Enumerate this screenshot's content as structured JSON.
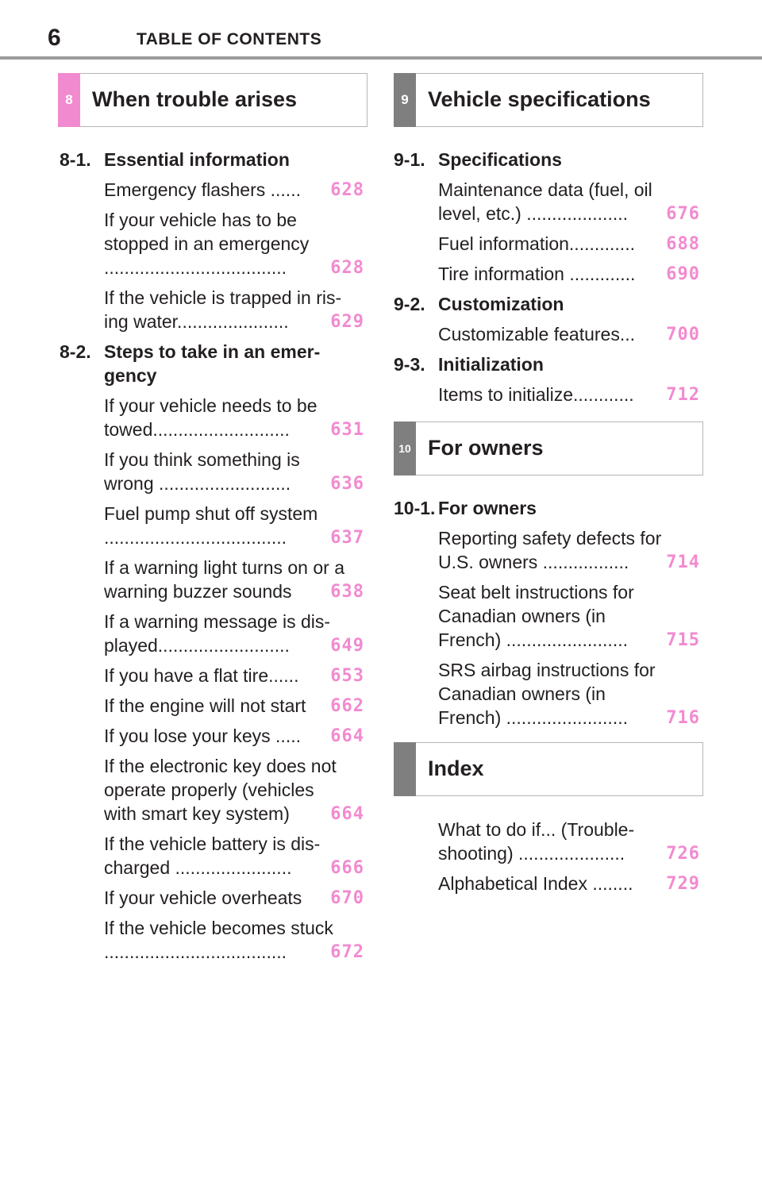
{
  "header": {
    "page_number": "6",
    "title": "TABLE OF CONTENTS"
  },
  "left": {
    "chapter": {
      "number": "8",
      "title": "When trouble arises"
    },
    "sections": [
      {
        "num": "8-1.",
        "title": "Essential information",
        "entries": [
          {
            "lines": [
              "Emergency flashers ......"
            ],
            "page": "628"
          },
          {
            "lines": [
              "If your vehicle has to be",
              "stopped in an emergency",
              "...................................."
            ],
            "page": "628"
          },
          {
            "lines": [
              "If the vehicle is trapped in ris-",
              "ing water......................"
            ],
            "page": "629"
          }
        ]
      },
      {
        "num": "8-2.",
        "title_lines": [
          "Steps to take in an emer-",
          "gency"
        ],
        "entries": [
          {
            "lines": [
              "If your vehicle needs to be",
              "towed..........................."
            ],
            "page": "631"
          },
          {
            "lines": [
              "If you think something is",
              "wrong .........................."
            ],
            "page": "636"
          },
          {
            "lines": [
              "Fuel pump shut off system",
              "...................................."
            ],
            "page": "637"
          },
          {
            "lines": [
              "If a warning light turns on or a",
              "warning buzzer sounds"
            ],
            "page": "638"
          },
          {
            "lines": [
              "If a warning message is dis-",
              "played.........................."
            ],
            "page": "649"
          },
          {
            "lines": [
              "If you have a flat tire......"
            ],
            "page": "653"
          },
          {
            "lines": [
              "If the engine will not start"
            ],
            "page": "662"
          },
          {
            "lines": [
              "If you lose your keys ....."
            ],
            "page": "664"
          },
          {
            "lines": [
              "If the electronic key does not",
              "operate properly (vehicles",
              "with smart key system)"
            ],
            "page": "664"
          },
          {
            "lines": [
              "If the vehicle battery is dis-",
              "charged ......................."
            ],
            "page": "666"
          },
          {
            "lines": [
              "If your vehicle overheats"
            ],
            "page": "670"
          },
          {
            "lines": [
              "If the vehicle becomes stuck",
              "...................................."
            ],
            "page": "672"
          }
        ]
      }
    ]
  },
  "right": {
    "chapter9": {
      "number": "9",
      "title": "Vehicle specifications"
    },
    "sections9": [
      {
        "num": "9-1.",
        "title": "Specifications",
        "entries": [
          {
            "lines": [
              "Maintenance data (fuel, oil",
              "level, etc.) ...................."
            ],
            "page": "676"
          },
          {
            "lines": [
              "Fuel information............."
            ],
            "page": "688"
          },
          {
            "lines": [
              "Tire information ............."
            ],
            "page": "690"
          }
        ]
      },
      {
        "num": "9-2.",
        "title": "Customization",
        "entries": [
          {
            "lines": [
              "Customizable features..."
            ],
            "page": "700"
          }
        ]
      },
      {
        "num": "9-3.",
        "title": "Initialization",
        "entries": [
          {
            "lines": [
              "Items to initialize............"
            ],
            "page": "712"
          }
        ]
      }
    ],
    "chapter10": {
      "number": "10",
      "title": "For owners"
    },
    "section10": {
      "num": "10-1.",
      "title": "For owners",
      "entries": [
        {
          "lines": [
            "Reporting safety defects for",
            "U.S. owners ................."
          ],
          "page": "714"
        },
        {
          "lines": [
            "Seat belt instructions for",
            "Canadian owners (in",
            "French) ........................"
          ],
          "page": "715"
        },
        {
          "lines": [
            "SRS airbag instructions for",
            "Canadian owners (in",
            "French) ........................"
          ],
          "page": "716"
        }
      ]
    },
    "index": {
      "title": "Index",
      "entries": [
        {
          "lines": [
            "What to do if... (Trouble-",
            "shooting) ....................."
          ],
          "page": "726"
        },
        {
          "lines": [
            "Alphabetical Index  ........"
          ],
          "page": "729"
        }
      ]
    }
  }
}
